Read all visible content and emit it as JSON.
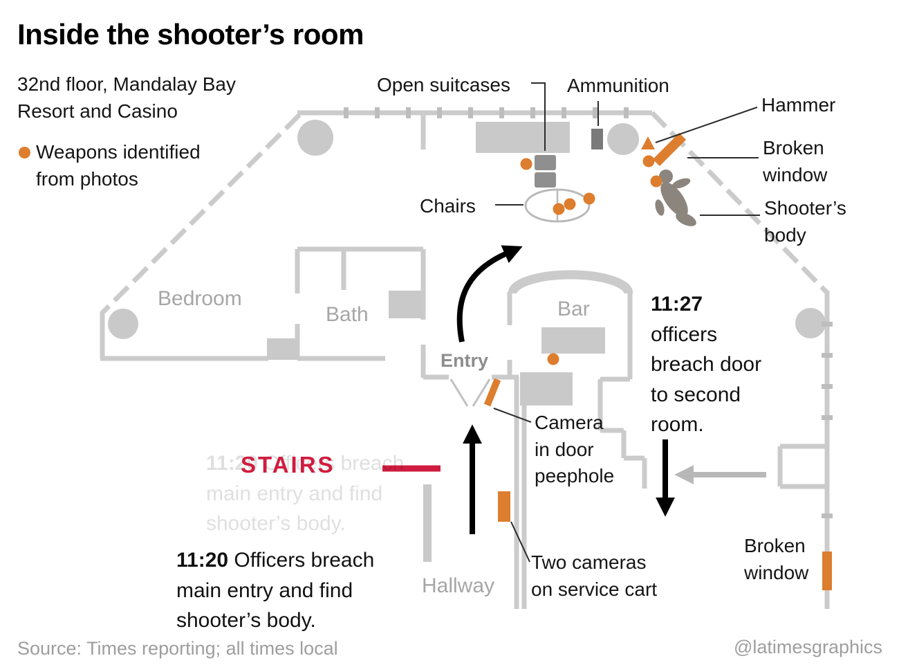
{
  "header": {
    "title": "Inside the shooter’s room",
    "subtitle": "32nd floor, Mandalay Bay\nResort and Casino",
    "legend_label": "Weapons identified\nfrom photos"
  },
  "map_labels": {
    "open_suitcases": "Open suitcases",
    "ammunition": "Ammunition",
    "hammer": "Hammer",
    "broken_window_top": "Broken\nwindow",
    "shooters_body": "Shooter’s\nbody",
    "chairs": "Chairs",
    "camera_peephole": "Camera\nin door\npeephole",
    "two_cameras": "Two cameras\non service cart",
    "broken_window_bottom": "Broken\nwindow",
    "stairs": "STAIRS"
  },
  "rooms": {
    "bedroom": "Bedroom",
    "bath": "Bath",
    "bar": "Bar",
    "entry": "Entry",
    "hallway": "Hallway"
  },
  "annotations": {
    "breach_second": {
      "time": "11:27",
      "text": "officers\nbreach door\nto second\nroom."
    },
    "breach_main": {
      "time": "11:20",
      "text": "Officers breach\nmain entry and find\nshooter’s body."
    }
  },
  "footer": {
    "source": "Source: Times reporting; all times local",
    "credit": "@latimesgraphics"
  },
  "colors": {
    "weapon_orange": "#dd7d2e",
    "stairs_red": "#d01c3f",
    "wall_gray": "#cbcbcb",
    "body_gray": "#8c857d",
    "arrow_black": "#000000",
    "arrow_gray": "#b8b8b8"
  }
}
